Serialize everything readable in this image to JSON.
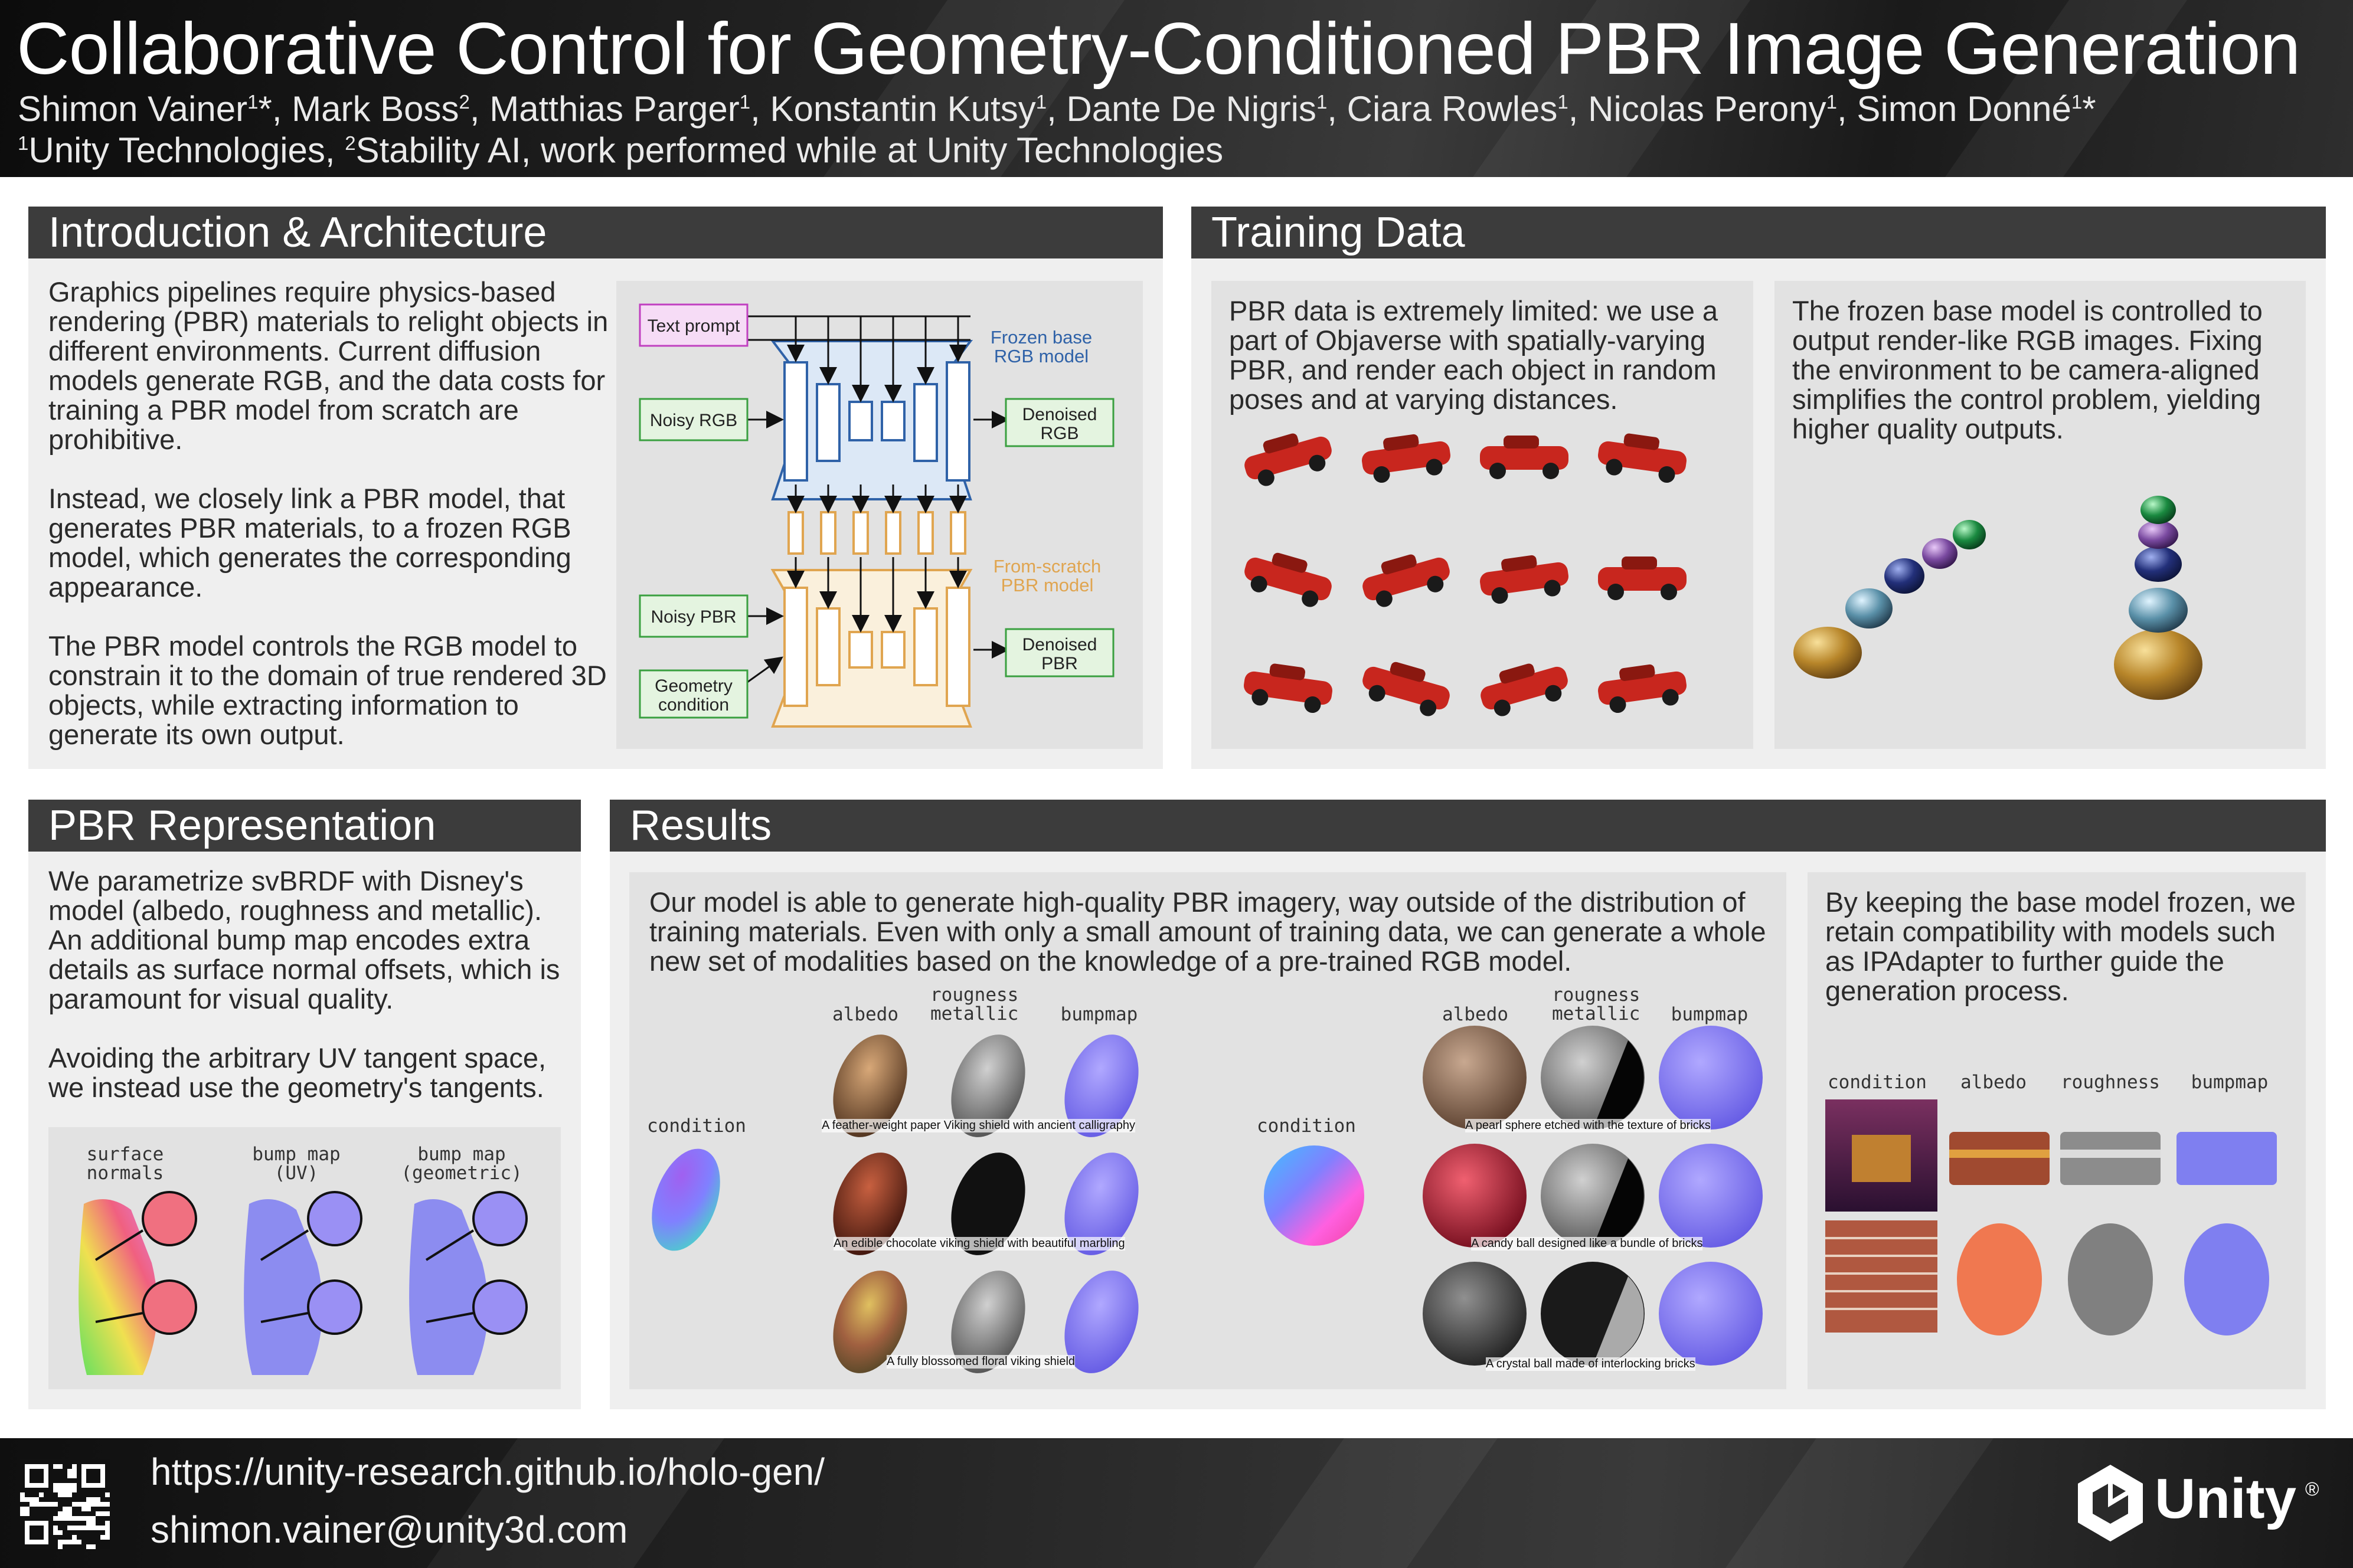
{
  "header": {
    "title": "Collaborative Control for Geometry-Conditioned PBR Image Generation",
    "authors": [
      {
        "name": "Shimon Vainer",
        "sup": "1",
        "mark": "*"
      },
      {
        "name": "Mark Boss",
        "sup": "2",
        "mark": ""
      },
      {
        "name": "Matthias Parger",
        "sup": "1",
        "mark": ""
      },
      {
        "name": "Konstantin Kutsy",
        "sup": "1",
        "mark": ""
      },
      {
        "name": "Dante De Nigris",
        "sup": "1",
        "mark": ""
      },
      {
        "name": "Ciara Rowles",
        "sup": "1",
        "mark": ""
      },
      {
        "name": "Nicolas Perony",
        "sup": "1",
        "mark": ""
      },
      {
        "name": "Simon Donné",
        "sup": "1",
        "mark": "*"
      }
    ],
    "affiliations": [
      {
        "sup": "1",
        "name": "Unity Technologies"
      },
      {
        "sup": "2",
        "name": "Stability AI, work performed while at Unity Technologies"
      }
    ]
  },
  "intro": {
    "heading": "Introduction & Architecture",
    "paragraphs": [
      "Graphics pipelines require physics-based rendering (PBR) materials to relight objects in different environments. Current diffusion models generate RGB, and the data costs for training a PBR model from scratch are prohibitive.",
      "Instead, we closely link a PBR model, that generates PBR materials, to a frozen RGB model, which generates the corresponding appearance.",
      "The PBR model controls the RGB model to constrain it to the domain of true rendered 3D objects, while extracting information to generate its own output."
    ],
    "diagram": {
      "text_prompt": "Text prompt",
      "noisy_rgb": "Noisy RGB",
      "noisy_pbr": "Noisy PBR",
      "geometry_line1": "Geometry",
      "geometry_line2": "condition",
      "denoised_rgb_line1": "Denoised",
      "denoised_rgb_line2": "RGB",
      "denoised_pbr_line1": "Denoised",
      "denoised_pbr_line2": "PBR",
      "frozen_line1": "Frozen base",
      "frozen_line2": "RGB model",
      "scratch_line1": "From-scratch",
      "scratch_line2": "PBR model"
    }
  },
  "training": {
    "heading": "Training Data",
    "left_text": "PBR data is extremely limited: we use a part of Objaverse with spatially-varying PBR, and render each object in random poses and at varying distances.",
    "right_text": "The frozen base model is controlled to output render-like RGB images. Fixing the environment to be camera-aligned simplifies the control problem, yielding higher quality outputs."
  },
  "pbr": {
    "heading": "PBR Representation",
    "paragraphs": [
      "We parametrize svBRDF with Disney's model (albedo, roughness and metallic). An additional bump map encodes extra details as surface normal offsets, which is paramount for visual quality.",
      "Avoiding the arbitrary UV tangent space, we instead use the geometry's tangents."
    ],
    "labels": {
      "surface_1": "surface",
      "surface_2": "normals",
      "uv_1": "bump map",
      "uv_2": "(UV)",
      "geo_1": "bump map",
      "geo_2": "(geometric)"
    }
  },
  "results": {
    "heading": "Results",
    "text": "Our model is able to generate high-quality PBR imagery, way outside of the distribution of training materials. Even with only a small amount of training data, we can generate a whole new set of modalities based on the knowledge of a pre-trained RGB model.",
    "labels": {
      "condition": "condition",
      "albedo": "albedo",
      "rough_1": "rougness",
      "rough_2": "metallic",
      "bumpmap": "bumpmap"
    },
    "shield_captions": [
      "A feather-weight paper Viking shield with ancient calligraphy",
      "An edible chocolate viking shield with beautiful marbling",
      "A fully blossomed floral viking shield"
    ],
    "sphere_captions": [
      "A pearl sphere etched with the texture of bricks",
      "A candy ball designed like a bundle of bricks",
      "A crystal ball made of interlocking bricks"
    ],
    "ipadapter_text": "By keeping the base model frozen, we retain compatibility with models such as IPAdapter to further guide the generation process.",
    "ip_labels": {
      "condition": "condition",
      "albedo": "albedo",
      "roughness": "roughness",
      "bumpmap": "bumpmap"
    }
  },
  "footer": {
    "url": "https://unity-research.github.io/holo-gen/",
    "email": "shimon.vainer@unity3d.com",
    "brand": "Unity",
    "reg": "®"
  }
}
